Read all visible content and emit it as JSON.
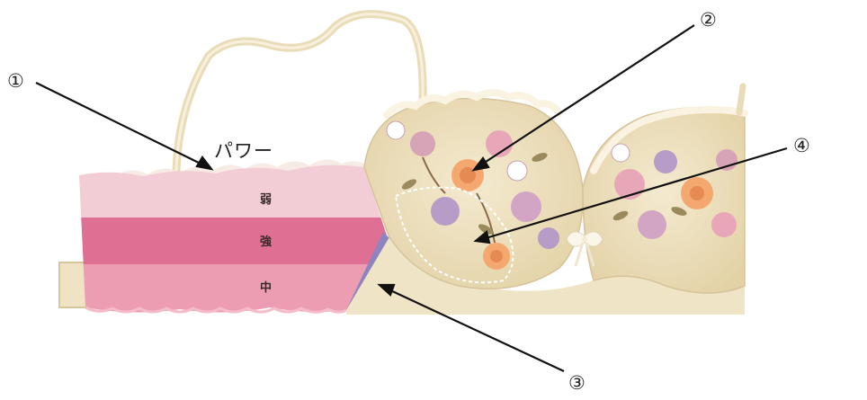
{
  "colors": {
    "weak_band": "#f3cdd5",
    "strong_band": "#df6f93",
    "medium_band": "#ec9db2",
    "side_stay": "#8d84c0",
    "fabric": "#efe3c3",
    "lace": "#f7edd6",
    "pointer": "#111111"
  },
  "callouts": [
    "①",
    "②",
    "③",
    "④"
  ],
  "power": {
    "heading": "パワー",
    "zones": [
      "弱",
      "強",
      "中"
    ]
  }
}
